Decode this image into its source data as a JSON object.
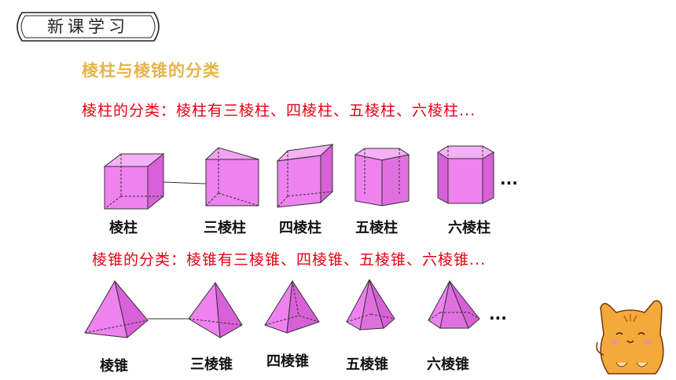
{
  "section_badge": "新课学习",
  "subtitle": "棱柱与棱锥的分类",
  "prism_line": "棱柱的分类：棱柱有三棱柱、四棱柱、五棱柱、六棱柱...",
  "pyramid_line": "棱锥的分类：棱锥有三棱锥、四棱锥、五棱锥、六棱锥...",
  "prisms": {
    "labels": [
      "棱柱",
      "三棱柱",
      "四棱柱",
      "五棱柱",
      "六棱柱"
    ],
    "ellipsis": "..."
  },
  "pyramids": {
    "labels": [
      "棱锥",
      "三棱锥",
      "四棱锥",
      "五棱锥",
      "六棱锥"
    ],
    "ellipsis": "..."
  },
  "colors": {
    "solid_fill": "#ee82ee",
    "solid_dark": "#d45fd4",
    "text_red": "#e60012",
    "subtitle_gold": "#e8b34a",
    "cat_orange": "#f4a93b"
  }
}
